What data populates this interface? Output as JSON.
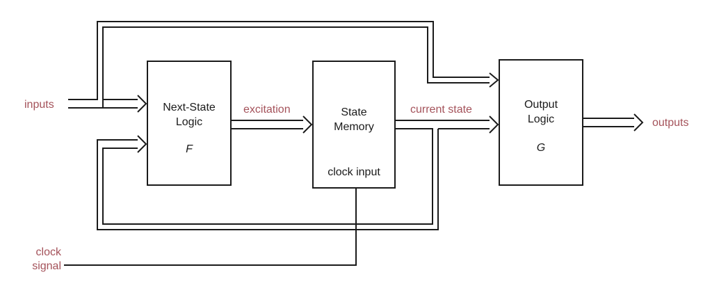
{
  "colors": {
    "accent_label": "#a4525a",
    "line": "#1a1a1a",
    "background": "#ffffff"
  },
  "blocks": {
    "next_state_logic": {
      "line1": "Next-State",
      "line2": "Logic",
      "function": "F"
    },
    "state_memory": {
      "line1": "State",
      "line2": "Memory",
      "clock_port": "clock input"
    },
    "output_logic": {
      "line1": "Output",
      "line2": "Logic",
      "function": "G"
    }
  },
  "signals": {
    "inputs": "inputs",
    "excitation": "excitation",
    "current_state": "current state",
    "outputs": "outputs",
    "clock_signal_line1": "clock",
    "clock_signal_line2": "signal"
  }
}
